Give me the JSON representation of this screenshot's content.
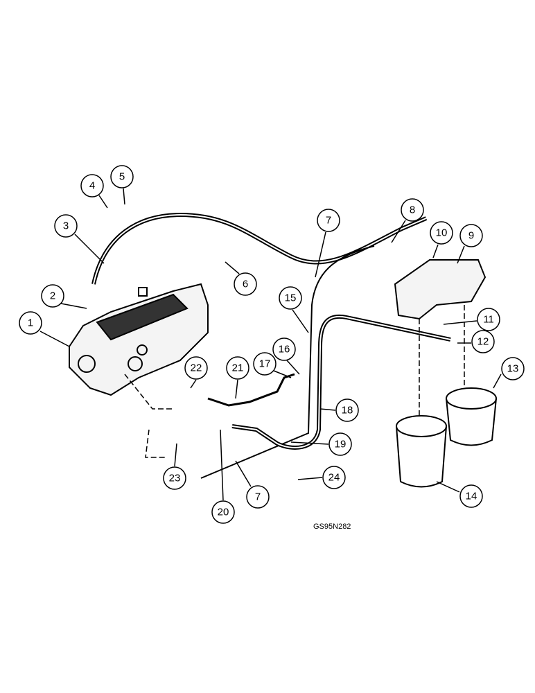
{
  "diagram": {
    "drawing_code": "GS95N282",
    "callouts": [
      "1",
      "2",
      "3",
      "4",
      "5",
      "6",
      "7",
      "8",
      "9",
      "10",
      "11",
      "12",
      "13",
      "14",
      "15",
      "16",
      "17",
      "18",
      "19",
      "20",
      "21",
      "22",
      "23",
      "24",
      "7"
    ]
  }
}
